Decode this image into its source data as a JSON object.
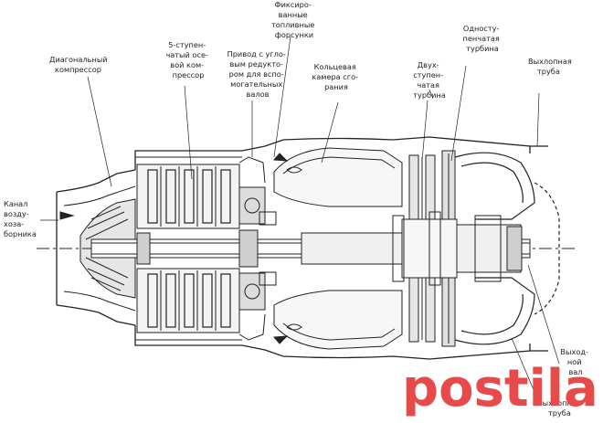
{
  "labels": {
    "intake_channel": [
      "Канал",
      "возду-",
      "хоза-",
      "борника"
    ],
    "diagonal_compressor": [
      "Диагональный",
      "компрессор"
    ],
    "axial_compressor": [
      "5-ступен-",
      "чатый осе-",
      "вой ком-",
      "прессор"
    ],
    "angular_gearbox": [
      "Привод с угло-",
      "вым редукто-",
      "ром для вспо-",
      "могательных",
      "валов"
    ],
    "fuel_nozzles": [
      "Фиксиро-",
      "ванные",
      "топливные",
      "форсунки"
    ],
    "annular_combustor": [
      "Кольцевая",
      "камера сго-",
      "рания"
    ],
    "two_stage_turbine": [
      "Двух-",
      "ступен-",
      "чатая",
      "турбина"
    ],
    "single_stage_turbine": [
      "Односту-",
      "пенчатая",
      "турбина"
    ],
    "exhaust_pipe_top": [
      "Выхлопная",
      "труба"
    ],
    "output_shaft": [
      "Выход-",
      "ной",
      "вал"
    ],
    "exhaust_pipe_bottom": [
      "Выхлопная",
      "труба"
    ]
  },
  "watermark": "postila.ru",
  "colors": {
    "line": "#222222",
    "watermark": "#e84a4a",
    "background": "#ffffff"
  }
}
